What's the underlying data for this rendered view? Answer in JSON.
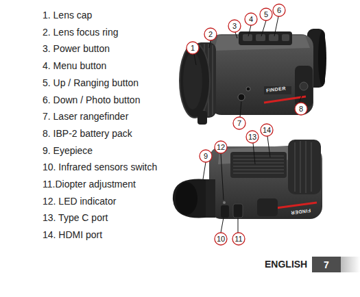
{
  "diagram": {
    "nodes": [
      {
        "text": [
          "7"
        ]
      }
    ],
    "labels": [
      "1. Lens cap",
      "2. Lens focus ring",
      "3. Power button",
      "4. Menu button",
      "5. Up / Ranging button",
      "6. Down / Photo button",
      "7. Laser rangefinder",
      "8. IBP-2 battery pack",
      "9. Eyepiece",
      "10. Infrared sensors switch",
      "11.Diopter adjustment",
      "12. LED indicator",
      "13. Type C port",
      "14. HDMI port",
      "1",
      "2",
      "3",
      "4",
      "5",
      "6",
      "7",
      "8",
      "9",
      "10",
      "11",
      "12",
      "13",
      "14",
      "ENGLISH",
      "FINDER",
      "FINDER"
    ]
  }
}
